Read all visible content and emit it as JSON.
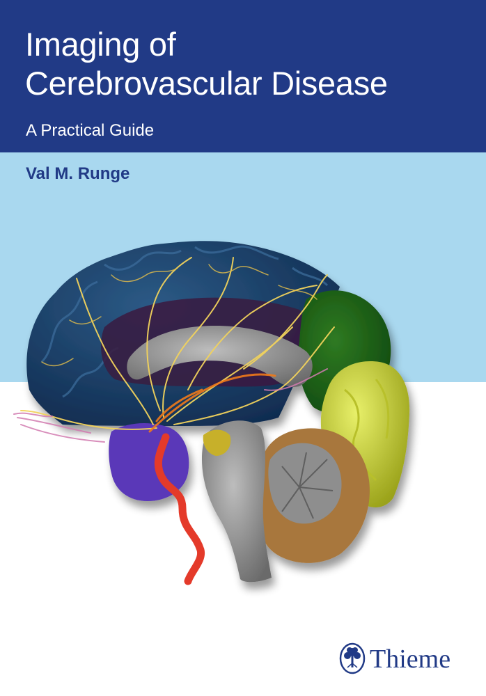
{
  "cover": {
    "title_lines": [
      "Imaging of",
      "Cerebrovascular Disease"
    ],
    "subtitle": "A Practical Guide",
    "author": "Val M. Runge",
    "publisher": "Thieme",
    "illustration": "brain-sagittal-vasculature",
    "colors": {
      "title_band": "#213a86",
      "light_band": "#a9d8ef",
      "background": "#ffffff",
      "title_text": "#ffffff",
      "author_text": "#213a86"
    }
  }
}
